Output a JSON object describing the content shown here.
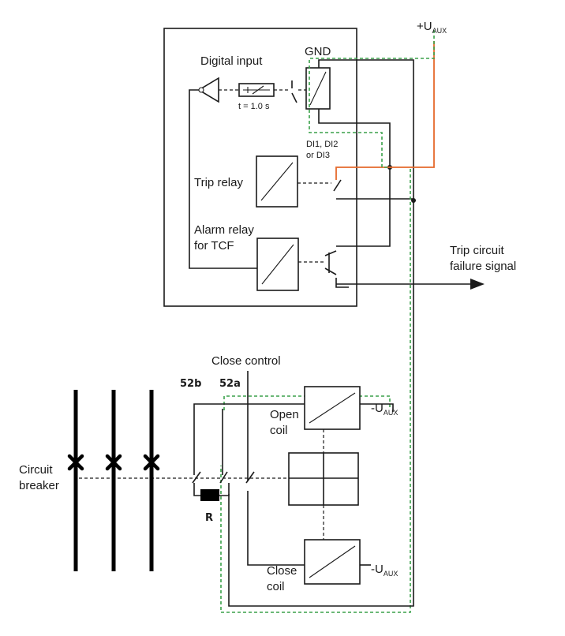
{
  "colors": {
    "wire": "#1a1a1a",
    "monitoring_path": "#3aa14a",
    "aux_supply": "#e56a2c"
  },
  "labels": {
    "u_aux_pos_sign": "+U",
    "u_aux_sub": "AUX",
    "u_aux_neg_sign": "-U",
    "gnd": "GND",
    "digital_input": "Digital input",
    "timer": "t = 1.0 s",
    "di_line1": "DI1, DI2",
    "di_line2": "or DI3",
    "trip_relay": "Trip relay",
    "alarm_relay_line1": "Alarm relay",
    "alarm_relay_line2": "for TCF",
    "tcf_signal_line1": "Trip circuit",
    "tcf_signal_line2": "failure signal",
    "close_control": "Close control",
    "contact_52b": "52b",
    "contact_52a": "52a",
    "open_coil_line1": "Open",
    "open_coil_line2": "coil",
    "close_coil_line1": "Close",
    "close_coil_line2": "coil",
    "circuit_breaker_line1": "Circuit",
    "circuit_breaker_line2": "breaker",
    "resistor": "R"
  }
}
